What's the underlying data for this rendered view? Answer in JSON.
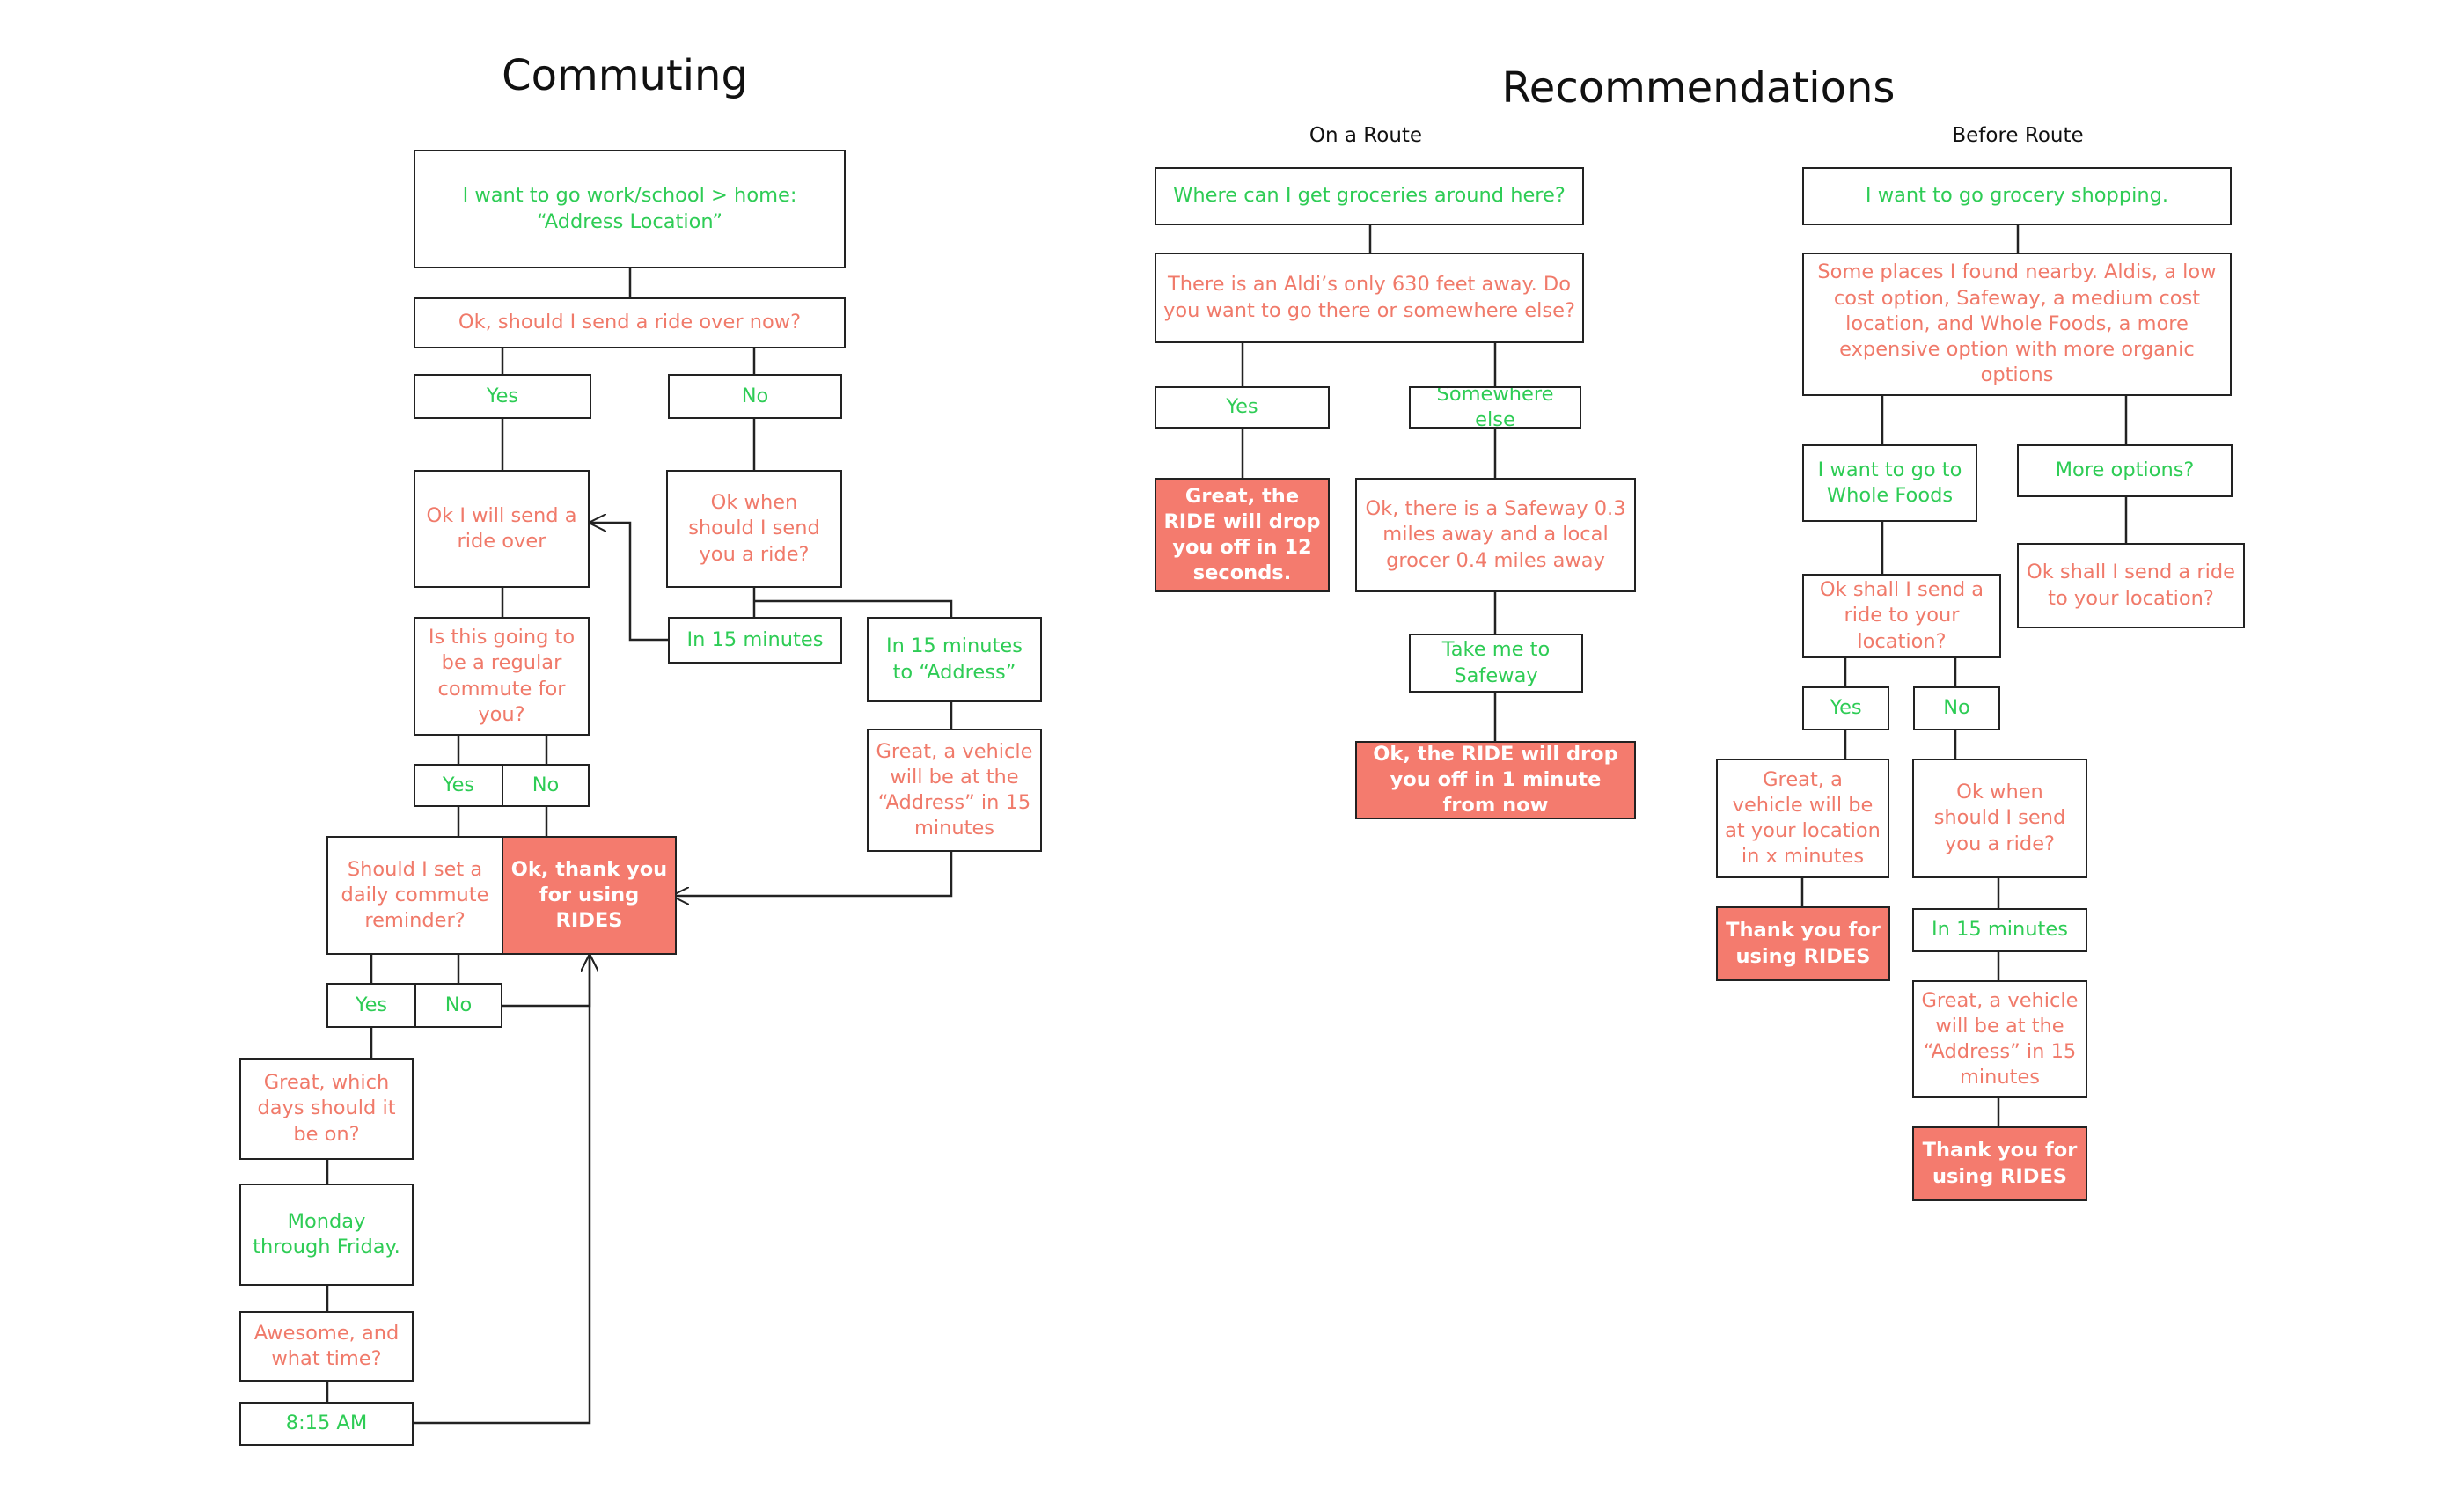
{
  "titles": {
    "commuting": "Commuting",
    "recommendations": "Recommendations",
    "on_route": "On a Route",
    "before_route": "Before Route"
  },
  "colors": {
    "user": "#2ecc55",
    "bot": "#f07a6a",
    "final_fill": "#f47b6e",
    "line": "#222222"
  },
  "commuting": {
    "start": "I want to go work/school > home: “Address Location”",
    "q_send_now": "Ok, should I send a ride over now?",
    "yes1": "Yes",
    "no1": "No",
    "will_send": "Ok I will send a ride over",
    "when_send": "Ok when should I send you a ride?",
    "regular_q": "Is this going to be a regular commute for you?",
    "in15": "In 15 minutes",
    "in15_address": "In 15 minutes to “Address”",
    "vehicle_15": "Great, a vehicle will be at the “Address” in 15 minutes",
    "yes2": "Yes",
    "no2": "No",
    "reminder_q": "Should I set a daily commute reminder?",
    "thanks": "Ok, thank you for using RIDES",
    "yes3": "Yes",
    "no3": "No",
    "which_days": "Great, which days should it be on?",
    "mon_fri": "Monday through Friday.",
    "what_time": "Awesome, and what time?",
    "time_815": "8:15 AM"
  },
  "on_route": {
    "q": "Where can I get groceries around here?",
    "aldi": "There is an Aldi’s only 630 feet away. Do you want to go there or somewhere else?",
    "yes": "Yes",
    "elsewhere": "Somewhere else",
    "drop12": "Great, the RIDE will drop you off in 12 seconds.",
    "safeway_info": "Ok, there is a Safeway 0.3 miles away and a local grocer 0.4 miles away",
    "take_safeway": "Take me to Safeway",
    "drop1min": "Ok, the RIDE will drop you off in 1 minute from now"
  },
  "before_route": {
    "q": "I want to go grocery shopping.",
    "places": "Some places I found nearby. Aldis, a low cost option, Safeway, a medium cost location, and Whole Foods, a more expensive option with more organic options",
    "whole_foods": "I want to go to Whole Foods",
    "more": "More options?",
    "shall_send": "Ok shall I send a ride to your location?",
    "shall_send2": "Ok shall I send a ride to your location?",
    "yes": "Yes",
    "no": "No",
    "vehicle_x": "Great, a vehicle will be at your location in x minutes",
    "when_send": "Ok when should I send you a ride?",
    "thanks1": "Thank you for using RIDES",
    "in15": "In 15 minutes",
    "vehicle_15": "Great, a vehicle will be at the “Address” in 15 minutes",
    "thanks2": "Thank you for using RIDES"
  }
}
